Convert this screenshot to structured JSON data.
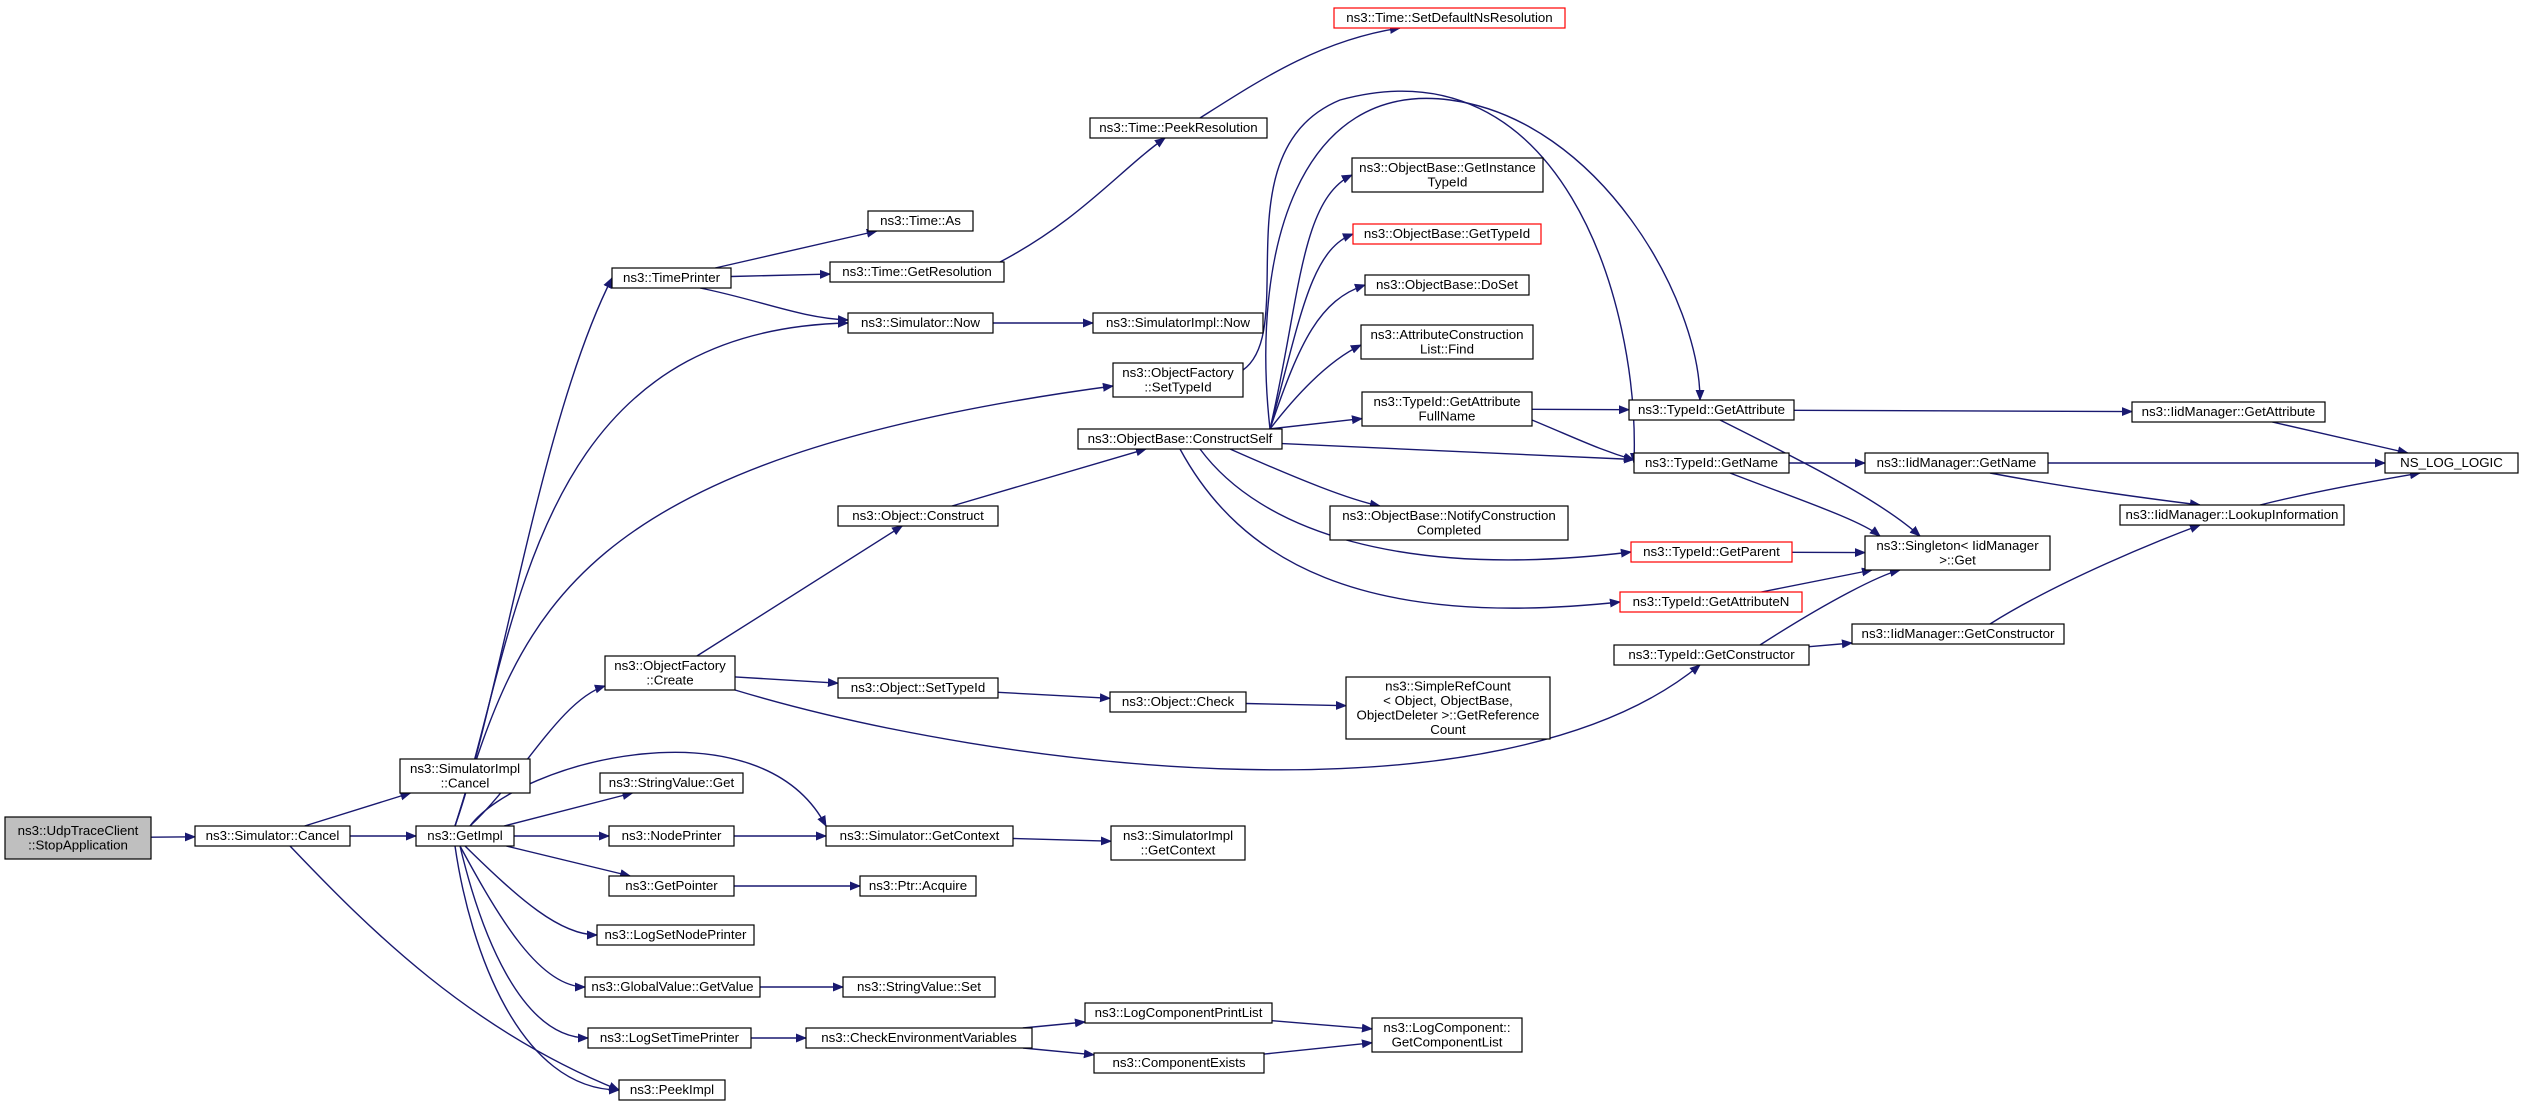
{
  "colors": {
    "edge": "#191970",
    "box_border": "#000000",
    "box_border_truncated": "#ff0000",
    "root_fill": "#bfbfbf",
    "box_fill": "#ffffff"
  },
  "nodes": {
    "udptrace_stop": {
      "lines": [
        "ns3::UdpTraceClient",
        "::StopApplication"
      ],
      "root": true
    },
    "sim_cancel": {
      "lines": [
        "ns3::Simulator::Cancel"
      ]
    },
    "simimpl_cancel": {
      "lines": [
        "ns3::SimulatorImpl",
        "::Cancel"
      ]
    },
    "getimpl": {
      "lines": [
        "ns3::GetImpl"
      ]
    },
    "timeprinter": {
      "lines": [
        "ns3::TimePrinter"
      ]
    },
    "objfactory_create": {
      "lines": [
        "ns3::ObjectFactory",
        "::Create"
      ]
    },
    "stringvalue_get": {
      "lines": [
        "ns3::StringValue::Get"
      ]
    },
    "nodeprinter": {
      "lines": [
        "ns3::NodePrinter"
      ]
    },
    "getpointer": {
      "lines": [
        "ns3::GetPointer"
      ]
    },
    "logsetnodeprinter": {
      "lines": [
        "ns3::LogSetNodePrinter"
      ]
    },
    "globalvalue_getvalue": {
      "lines": [
        "ns3::GlobalValue::GetValue"
      ]
    },
    "logsettimeprinter": {
      "lines": [
        "ns3::LogSetTimePrinter"
      ]
    },
    "peekimpl": {
      "lines": [
        "ns3::PeekImpl"
      ]
    },
    "time_as": {
      "lines": [
        "ns3::Time::As"
      ]
    },
    "time_getresolution": {
      "lines": [
        "ns3::Time::GetResolution"
      ]
    },
    "sim_now": {
      "lines": [
        "ns3::Simulator::Now"
      ]
    },
    "objfactory_settypeid": {
      "lines": [
        "ns3::ObjectFactory",
        "::SetTypeId"
      ]
    },
    "object_construct": {
      "lines": [
        "ns3::Object::Construct"
      ]
    },
    "object_settypeid": {
      "lines": [
        "ns3::Object::SetTypeId"
      ]
    },
    "sim_getcontext": {
      "lines": [
        "ns3::Simulator::GetContext"
      ]
    },
    "ptr_acquire": {
      "lines": [
        "ns3::Ptr::Acquire"
      ]
    },
    "stringvalue_set": {
      "lines": [
        "ns3::StringValue::Set"
      ]
    },
    "checkenv": {
      "lines": [
        "ns3::CheckEnvironmentVariables"
      ]
    },
    "time_peekres": {
      "lines": [
        "ns3::Time::PeekResolution"
      ]
    },
    "time_setdefault": {
      "lines": [
        "ns3::Time::SetDefaultNsResolution"
      ],
      "truncated": true
    },
    "simimpl_now": {
      "lines": [
        "ns3::SimulatorImpl::Now"
      ]
    },
    "objbase_constructself": {
      "lines": [
        "ns3::ObjectBase::ConstructSelf"
      ]
    },
    "object_check": {
      "lines": [
        "ns3::Object::Check"
      ]
    },
    "simimpl_getcontext": {
      "lines": [
        "ns3::SimulatorImpl",
        "::GetContext"
      ]
    },
    "logcomp_printlist": {
      "lines": [
        "ns3::LogComponentPrintList"
      ]
    },
    "componentexists": {
      "lines": [
        "ns3::ComponentExists"
      ]
    },
    "objbase_getinstancetypeid": {
      "lines": [
        "ns3::ObjectBase::GetInstance",
        "TypeId"
      ]
    },
    "objbase_gettypeid": {
      "lines": [
        "ns3::ObjectBase::GetTypeId"
      ],
      "truncated": true
    },
    "objbase_doset": {
      "lines": [
        "ns3::ObjectBase::DoSet"
      ]
    },
    "attrconstr_find": {
      "lines": [
        "ns3::AttributeConstruction",
        "List::Find"
      ]
    },
    "typeid_getattrfullname": {
      "lines": [
        "ns3::TypeId::GetAttribute",
        "FullName"
      ]
    },
    "objbase_notifyconstr": {
      "lines": [
        "ns3::ObjectBase::NotifyConstruction",
        "Completed"
      ]
    },
    "simplerefcount": {
      "lines": [
        "ns3::SimpleRefCount",
        "< Object, ObjectBase,",
        "ObjectDeleter >::GetReference",
        "Count"
      ]
    },
    "logcomp_getlist": {
      "lines": [
        "ns3::LogComponent::",
        "GetComponentList"
      ]
    },
    "typeid_getattribute": {
      "lines": [
        "ns3::TypeId::GetAttribute"
      ]
    },
    "typeid_getname": {
      "lines": [
        "ns3::TypeId::GetName"
      ]
    },
    "typeid_getparent": {
      "lines": [
        "ns3::TypeId::GetParent"
      ],
      "truncated": true
    },
    "typeid_getattributen": {
      "lines": [
        "ns3::TypeId::GetAttributeN"
      ],
      "truncated": true
    },
    "typeid_getconstructor": {
      "lines": [
        "ns3::TypeId::GetConstructor"
      ]
    },
    "iidmgr_getattribute": {
      "lines": [
        "ns3::IidManager::GetAttribute"
      ]
    },
    "iidmgr_getname": {
      "lines": [
        "ns3::IidManager::GetName"
      ]
    },
    "singleton_get": {
      "lines": [
        "ns3::Singleton< IidManager",
        " >::Get"
      ]
    },
    "iidmgr_getconstructor": {
      "lines": [
        "ns3::IidManager::GetConstructor"
      ]
    },
    "iidmgr_lookup": {
      "lines": [
        "ns3::IidManager::LookupInformation"
      ]
    },
    "ns_log_logic": {
      "lines": [
        "NS_LOG_LOGIC"
      ]
    }
  },
  "edges": [
    [
      "udptrace_stop",
      "sim_cancel"
    ],
    [
      "sim_cancel",
      "simimpl_cancel"
    ],
    [
      "sim_cancel",
      "getimpl"
    ],
    [
      "sim_cancel",
      "peekimpl"
    ],
    [
      "getimpl",
      "timeprinter"
    ],
    [
      "getimpl",
      "sim_now"
    ],
    [
      "getimpl",
      "objfactory_settypeid"
    ],
    [
      "getimpl",
      "objfactory_create"
    ],
    [
      "getimpl",
      "sim_getcontext"
    ],
    [
      "getimpl",
      "stringvalue_get"
    ],
    [
      "getimpl",
      "nodeprinter"
    ],
    [
      "getimpl",
      "getpointer"
    ],
    [
      "getimpl",
      "logsetnodeprinter"
    ],
    [
      "getimpl",
      "globalvalue_getvalue"
    ],
    [
      "getimpl",
      "logsettimeprinter"
    ],
    [
      "getimpl",
      "peekimpl"
    ],
    [
      "timeprinter",
      "time_as"
    ],
    [
      "timeprinter",
      "time_getresolution"
    ],
    [
      "timeprinter",
      "sim_now"
    ],
    [
      "time_getresolution",
      "time_peekres"
    ],
    [
      "time_peekres",
      "time_setdefault"
    ],
    [
      "sim_now",
      "simimpl_now"
    ],
    [
      "objfactory_create",
      "object_construct"
    ],
    [
      "objfactory_create",
      "object_settypeid"
    ],
    [
      "objfactory_create",
      "typeid_getconstructor"
    ],
    [
      "object_construct",
      "objbase_constructself"
    ],
    [
      "objfactory_settypeid",
      "typeid_getname"
    ],
    [
      "object_settypeid",
      "object_check"
    ],
    [
      "object_check",
      "simplerefcount"
    ],
    [
      "nodeprinter",
      "sim_getcontext"
    ],
    [
      "sim_getcontext",
      "simimpl_getcontext"
    ],
    [
      "getpointer",
      "ptr_acquire"
    ],
    [
      "globalvalue_getvalue",
      "stringvalue_set"
    ],
    [
      "logsettimeprinter",
      "checkenv"
    ],
    [
      "checkenv",
      "logcomp_printlist"
    ],
    [
      "checkenv",
      "componentexists"
    ],
    [
      "logcomp_printlist",
      "logcomp_getlist"
    ],
    [
      "componentexists",
      "logcomp_getlist"
    ],
    [
      "objbase_constructself",
      "objbase_getinstancetypeid"
    ],
    [
      "objbase_constructself",
      "objbase_gettypeid"
    ],
    [
      "objbase_constructself",
      "objbase_doset"
    ],
    [
      "objbase_constructself",
      "attrconstr_find"
    ],
    [
      "objbase_constructself",
      "typeid_getattrfullname"
    ],
    [
      "objbase_constructself",
      "typeid_getattribute"
    ],
    [
      "objbase_constructself",
      "typeid_getname"
    ],
    [
      "objbase_constructself",
      "objbase_notifyconstr"
    ],
    [
      "objbase_constructself",
      "typeid_getparent"
    ],
    [
      "objbase_constructself",
      "typeid_getattributen"
    ],
    [
      "typeid_getattrfullname",
      "typeid_getattribute"
    ],
    [
      "typeid_getattrfullname",
      "typeid_getname"
    ],
    [
      "typeid_getattribute",
      "iidmgr_getattribute"
    ],
    [
      "typeid_getattribute",
      "singleton_get"
    ],
    [
      "typeid_getname",
      "iidmgr_getname"
    ],
    [
      "typeid_getname",
      "singleton_get"
    ],
    [
      "typeid_getparent",
      "singleton_get"
    ],
    [
      "typeid_getattributen",
      "singleton_get"
    ],
    [
      "typeid_getconstructor",
      "singleton_get"
    ],
    [
      "typeid_getconstructor",
      "iidmgr_getconstructor"
    ],
    [
      "iidmgr_getattribute",
      "ns_log_logic"
    ],
    [
      "iidmgr_getname",
      "ns_log_logic"
    ],
    [
      "iidmgr_getname",
      "iidmgr_lookup"
    ],
    [
      "iidmgr_getconstructor",
      "iidmgr_lookup"
    ],
    [
      "iidmgr_lookup",
      "ns_log_logic"
    ]
  ]
}
